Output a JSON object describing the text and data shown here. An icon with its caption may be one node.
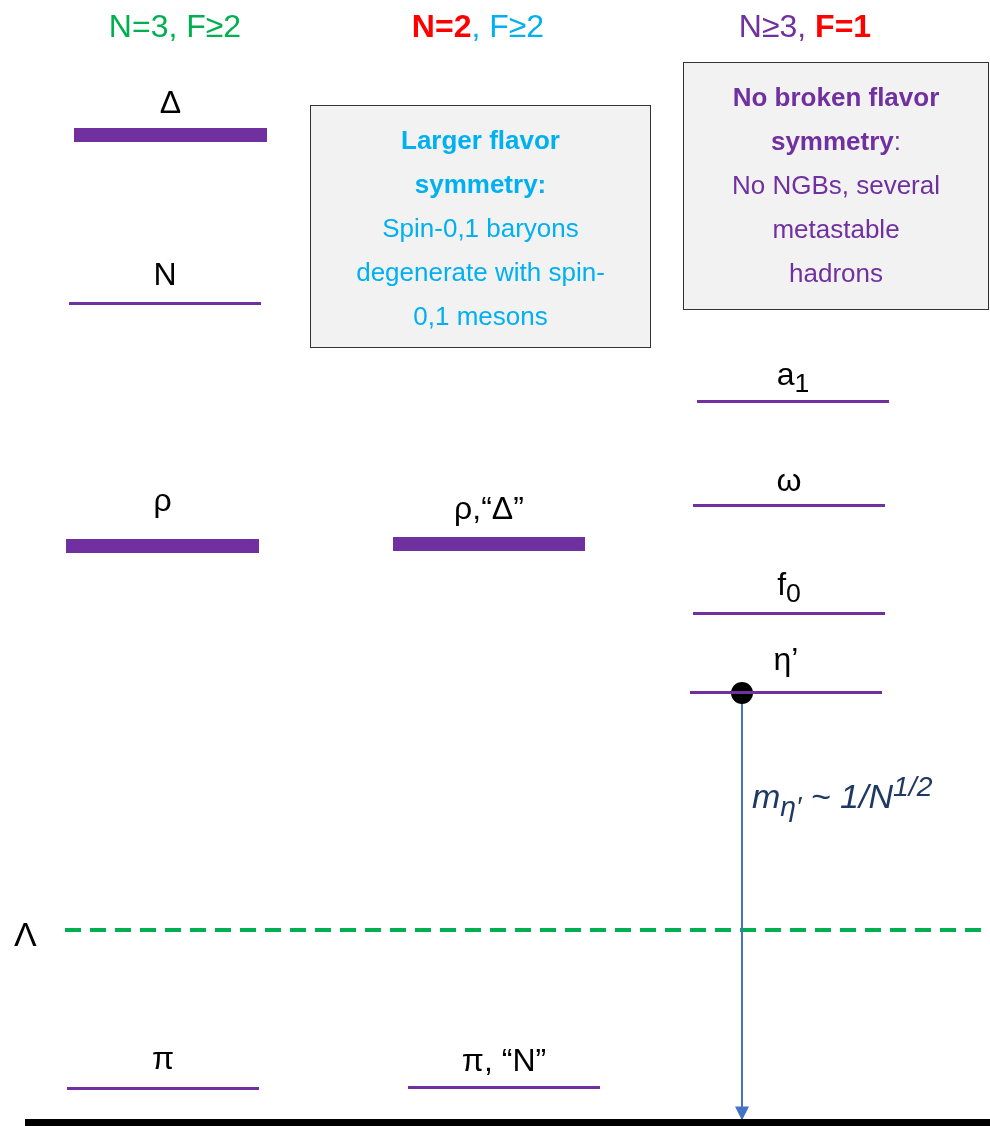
{
  "diagram": {
    "nodes": [
      {
        "text": [
          "Δ"
        ]
      },
      {
        "text": [
          "Larger flavor symmetry:",
          "Spin-0,1 baryons degenerate with spin-0,1 mesons"
        ]
      },
      {
        "text": [
          "**No broken flavor symmetry**:",
          "No NGBs, several metastable hadrons"
        ]
      },
      {
        "text": [
          "N"
        ]
      },
      {
        "text": [
          "a$_{1}$"
        ]
      },
      {
        "text": [
          "ω"
        ]
      },
      {
        "text": [
          "ρ"
        ]
      },
      {
        "text": [
          "ρ,“Δ”"
        ]
      },
      {
        "text": [
          "f$_{0}$"
        ]
      },
      {
        "text": [
          "η’"
        ]
      },
      {
        "text": [
          "π"
        ]
      },
      {
        "text": [
          "π, “N”"
        ]
      },
      {
        "text": [],
        "shape": "bar"
      }
    ],
    "edges": [
      {
        "from": 9,
        "to": 12,
        "arrow": "to",
        "label": "m$_{η′}$ ~ 1/N$^{1/2}$"
      }
    ],
    "labels": [
      "N=3, F≥2",
      "**N=2**, F≥2",
      "N≥3, **F=1**",
      "Λ"
    ]
  }
}
